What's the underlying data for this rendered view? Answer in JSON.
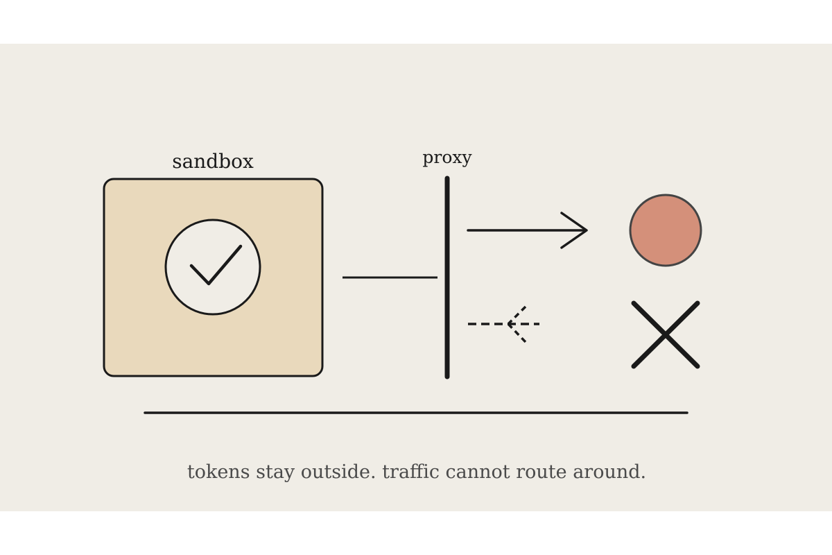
{
  "diagram": {
    "sandbox_label": "sandbox",
    "proxy_label": "proxy",
    "caption": "tokens stay outside. traffic cannot route around."
  },
  "colors": {
    "background_panel": "#f0ede6",
    "sandbox_fill": "#e9d9bc",
    "check_circle_fill": "#f0ede6",
    "external_circle_fill": "#d4907a",
    "stroke": "#1a1a1a"
  },
  "icons": {
    "allowed": "check-icon",
    "blocked": "x-icon",
    "outbound": "arrow-right-icon",
    "inbound": "dashed-arrow-left-icon"
  }
}
